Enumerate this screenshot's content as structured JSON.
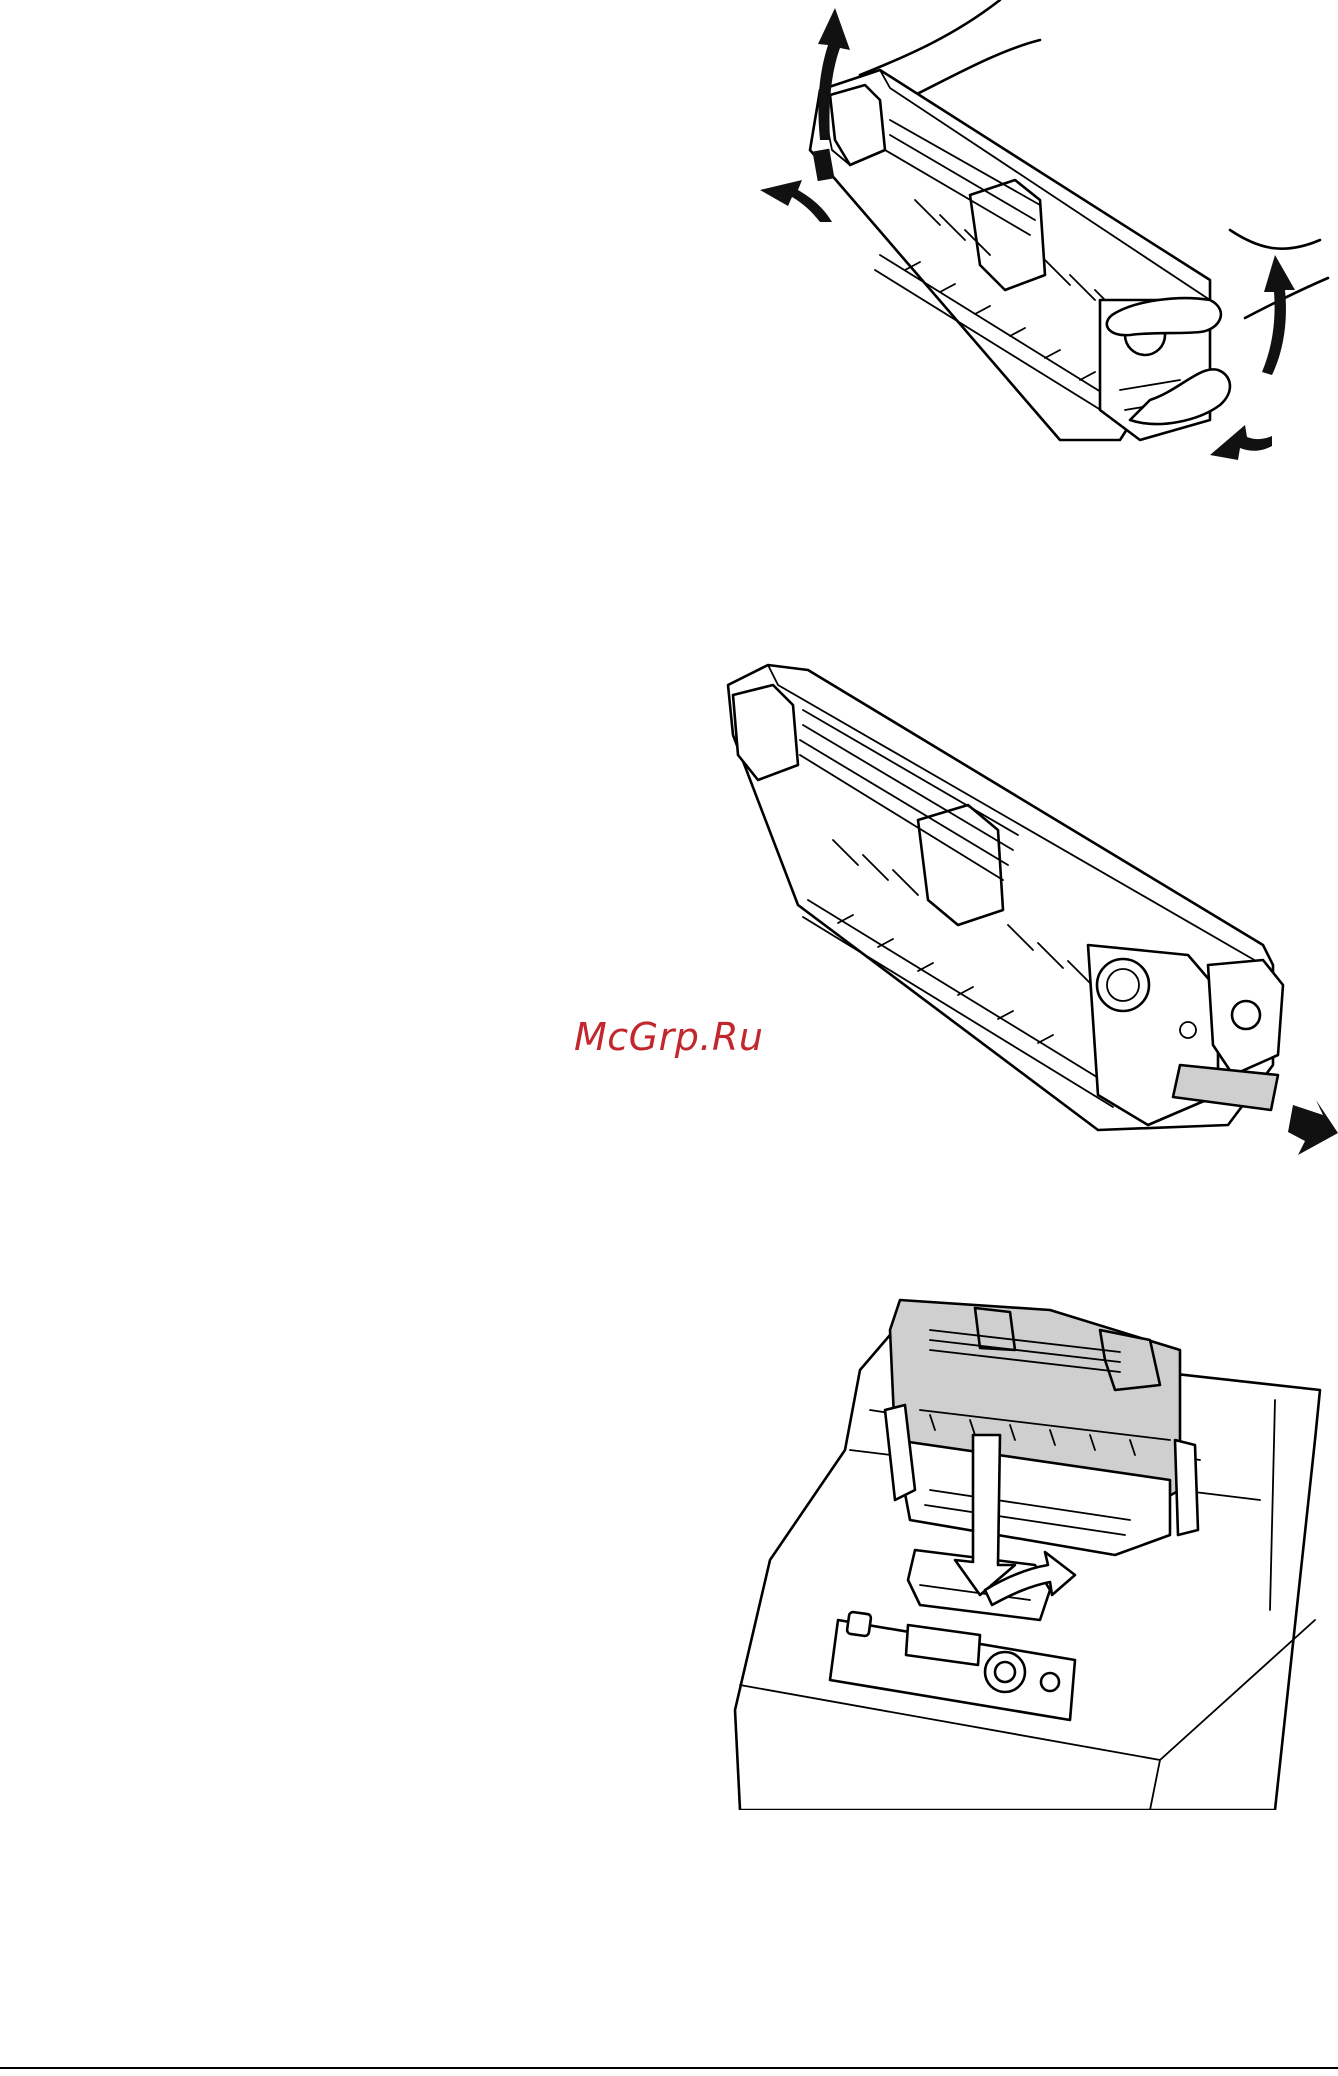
{
  "watermark": {
    "text": "McGrp.Ru",
    "color": "#c1272d"
  },
  "figures": [
    {
      "name": "shake-cartridge",
      "icon": "rocking-arrows-icon"
    },
    {
      "name": "remove-seal-tape",
      "icon": "pull-arrow-icon"
    },
    {
      "name": "insert-cartridge-into-printer",
      "icon": "insert-arrow-icon"
    }
  ]
}
